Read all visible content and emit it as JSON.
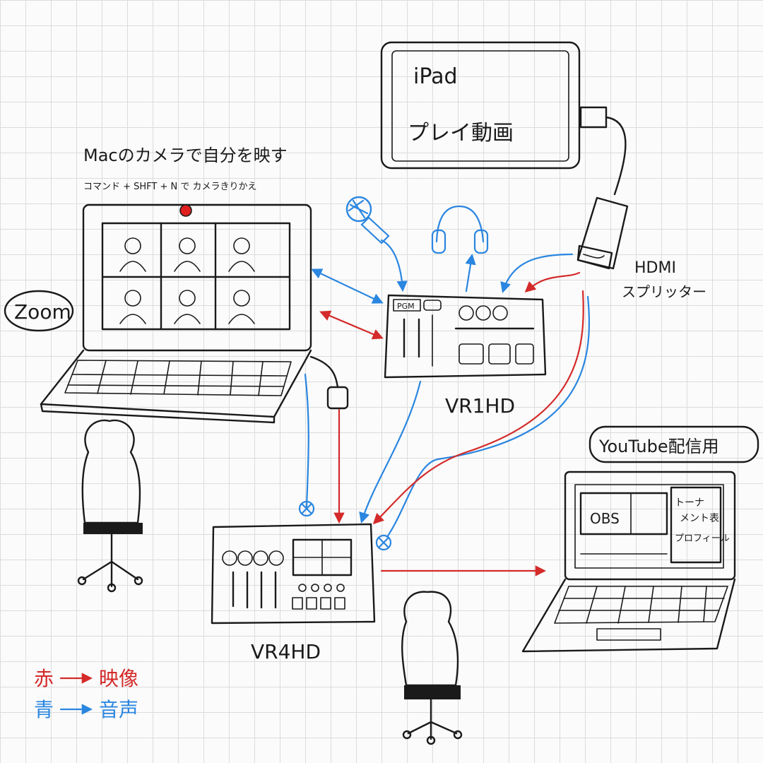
{
  "labels": {
    "ipad": "iPad",
    "ipad_sub": "プレイ動画",
    "mac_camera": "Macのカメラで自分を映す",
    "mac_shortcut": "コマンド + SHFT + N で カメラきりかえ",
    "zoom": "Zoom",
    "hdmi_line1": "HDMI",
    "hdmi_line2": "スプリッター",
    "vr1hd": "VR1HD",
    "vr4hd": "VR4HD",
    "youtube": "YouTube配信用",
    "obs": "OBS",
    "tournament_line1": "トーナ",
    "tournament_line2": "メント表",
    "profile": "プロフィール",
    "pgm": "PGM"
  },
  "legend": {
    "red_label": "赤",
    "red_meaning": "映像",
    "blue_label": "青",
    "blue_meaning": "音声"
  },
  "colors": {
    "video": "#d42a2a",
    "audio": "#2a86e0",
    "ink": "#1a1a1a",
    "camera": "#e02020"
  }
}
